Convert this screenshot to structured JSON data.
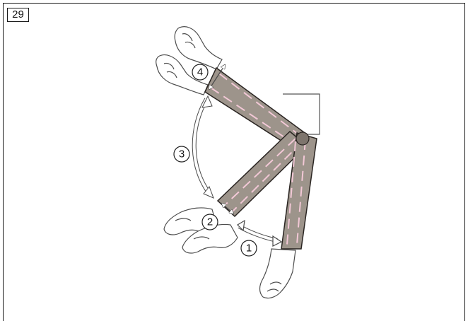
{
  "figure": {
    "number": "29"
  },
  "steps": [
    {
      "label": "1",
      "meaning": ""
    },
    {
      "label": "2",
      "meaning": ""
    },
    {
      "label": "3",
      "meaning": ""
    },
    {
      "label": "4",
      "meaning": ""
    }
  ],
  "colors": {
    "arm_fill": "#9d948b",
    "arm_stroke": "#2a2522",
    "dash": "#f2c8d6",
    "hand_stroke": "#4d4d4d",
    "arrow_stroke": "#4a4a4a"
  }
}
